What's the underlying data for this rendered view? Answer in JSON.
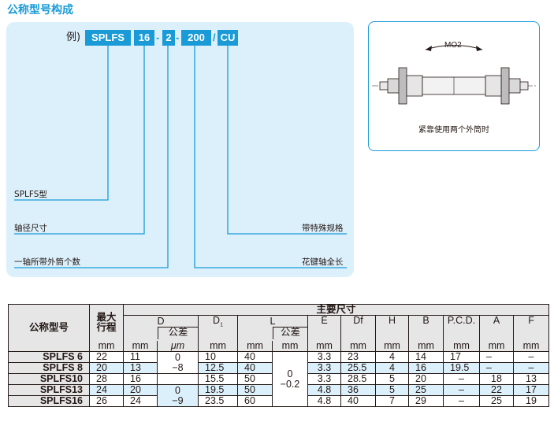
{
  "title": "公称型号构成",
  "example": {
    "label": "例)",
    "code": [
      "SPLFS",
      "16",
      "2",
      "200",
      "CU"
    ],
    "separators": [
      "-",
      "-",
      "/"
    ]
  },
  "legend": {
    "type": "SPLFS型",
    "shaft_size": "轴径尺寸",
    "outer_count": "一轴所带外筒个数",
    "special": "带特殊规格",
    "spline_length": "花键轴全长"
  },
  "figure": {
    "moment_label": "MO2",
    "caption": "紧靠使用两个外筒时"
  },
  "table": {
    "header": {
      "model": "公称型号",
      "max_stroke": "最大\n行程",
      "main_dims": "主要尺寸",
      "D": "D",
      "tolerance": "公差",
      "D1": "D1",
      "L": "L",
      "E": "E",
      "Df": "Df",
      "H": "H",
      "B": "B",
      "PCD": "P.C.D.",
      "A": "A",
      "F": "F",
      "unit_mm": "mm",
      "unit_um": "μm"
    },
    "rows": [
      {
        "model": "SPLFS 6",
        "stroke": "22",
        "D": "11",
        "D1": "10",
        "L": "40",
        "E": "3.3",
        "Df": "23",
        "H": "4",
        "B": "14",
        "PCD": "17",
        "A": "–",
        "F": "–"
      },
      {
        "model": "SPLFS 8",
        "stroke": "20",
        "D": "13",
        "D1": "12.5",
        "L": "40",
        "E": "3.3",
        "Df": "25.5",
        "H": "4",
        "B": "16",
        "PCD": "19.5",
        "A": "–",
        "F": "–"
      },
      {
        "model": "SPLFS10",
        "stroke": "28",
        "D": "16",
        "D1": "15.5",
        "L": "50",
        "E": "3.3",
        "Df": "28.5",
        "H": "5",
        "B": "20",
        "PCD": "–",
        "A": "18",
        "F": "13"
      },
      {
        "model": "SPLFS13",
        "stroke": "24",
        "D": "20",
        "D1": "19.5",
        "L": "50",
        "E": "4.8",
        "Df": "36",
        "H": "5",
        "B": "25",
        "PCD": "–",
        "A": "22",
        "F": "17"
      },
      {
        "model": "SPLFS16",
        "stroke": "26",
        "D": "24",
        "D1": "23.5",
        "L": "60",
        "E": "4.8",
        "Df": "40",
        "H": "7",
        "B": "29",
        "PCD": "–",
        "A": "25",
        "F": "19"
      }
    ],
    "D_tol_groups": [
      {
        "upper": "0",
        "lower": "−8"
      },
      {
        "upper": "0",
        "lower": "−9"
      }
    ],
    "L_tol": {
      "upper": "0",
      "lower": "−0.2"
    }
  },
  "colors": {
    "accent": "#1a9bd7",
    "panel": "#dcf0fb",
    "header": "#e6e6e7"
  }
}
